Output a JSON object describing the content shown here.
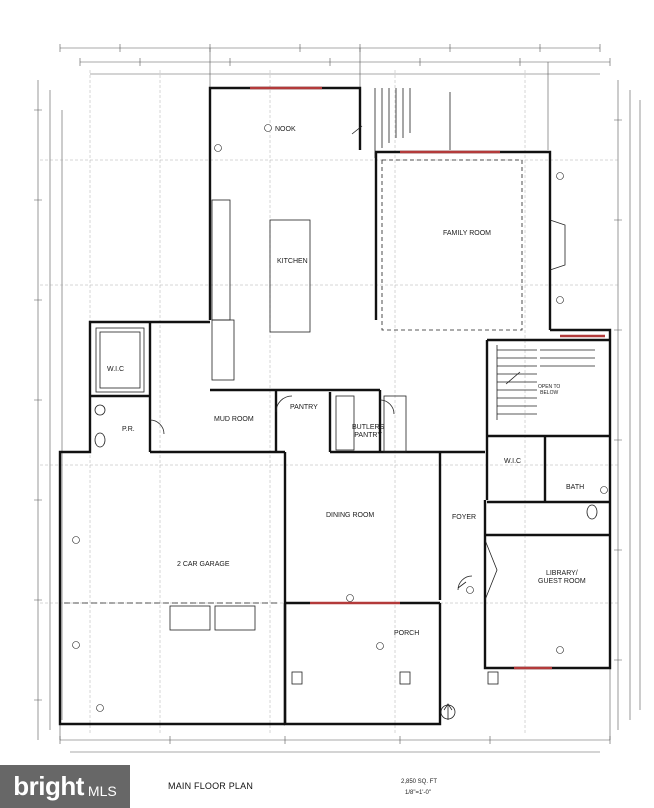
{
  "plan": {
    "title": "MAIN FLOOR PLAN",
    "area": "2,850 SQ. FT",
    "scale": "1/8\"=1'-0\"",
    "rooms": {
      "nook": "NOOK",
      "kitchen": "KITCHEN",
      "family_room": "FAMILY ROOM",
      "wic_left": "W.I.C",
      "pr": "P.R.",
      "mud_room": "MUD ROOM",
      "pantry": "PANTRY",
      "butlers_pantry": "BUTLERS\nPANTRY",
      "open_to_below": "OPEN TO\nBELOW",
      "wic_right": "W.I.C",
      "bath": "BATH",
      "dining_room": "DINING ROOM",
      "foyer": "FOYER",
      "garage": "2 CAR GARAGE",
      "library": "LIBRARY/\nGUEST ROOM",
      "porch": "PORCH"
    }
  },
  "watermark": {
    "brand": "bright",
    "suffix": "MLS"
  }
}
